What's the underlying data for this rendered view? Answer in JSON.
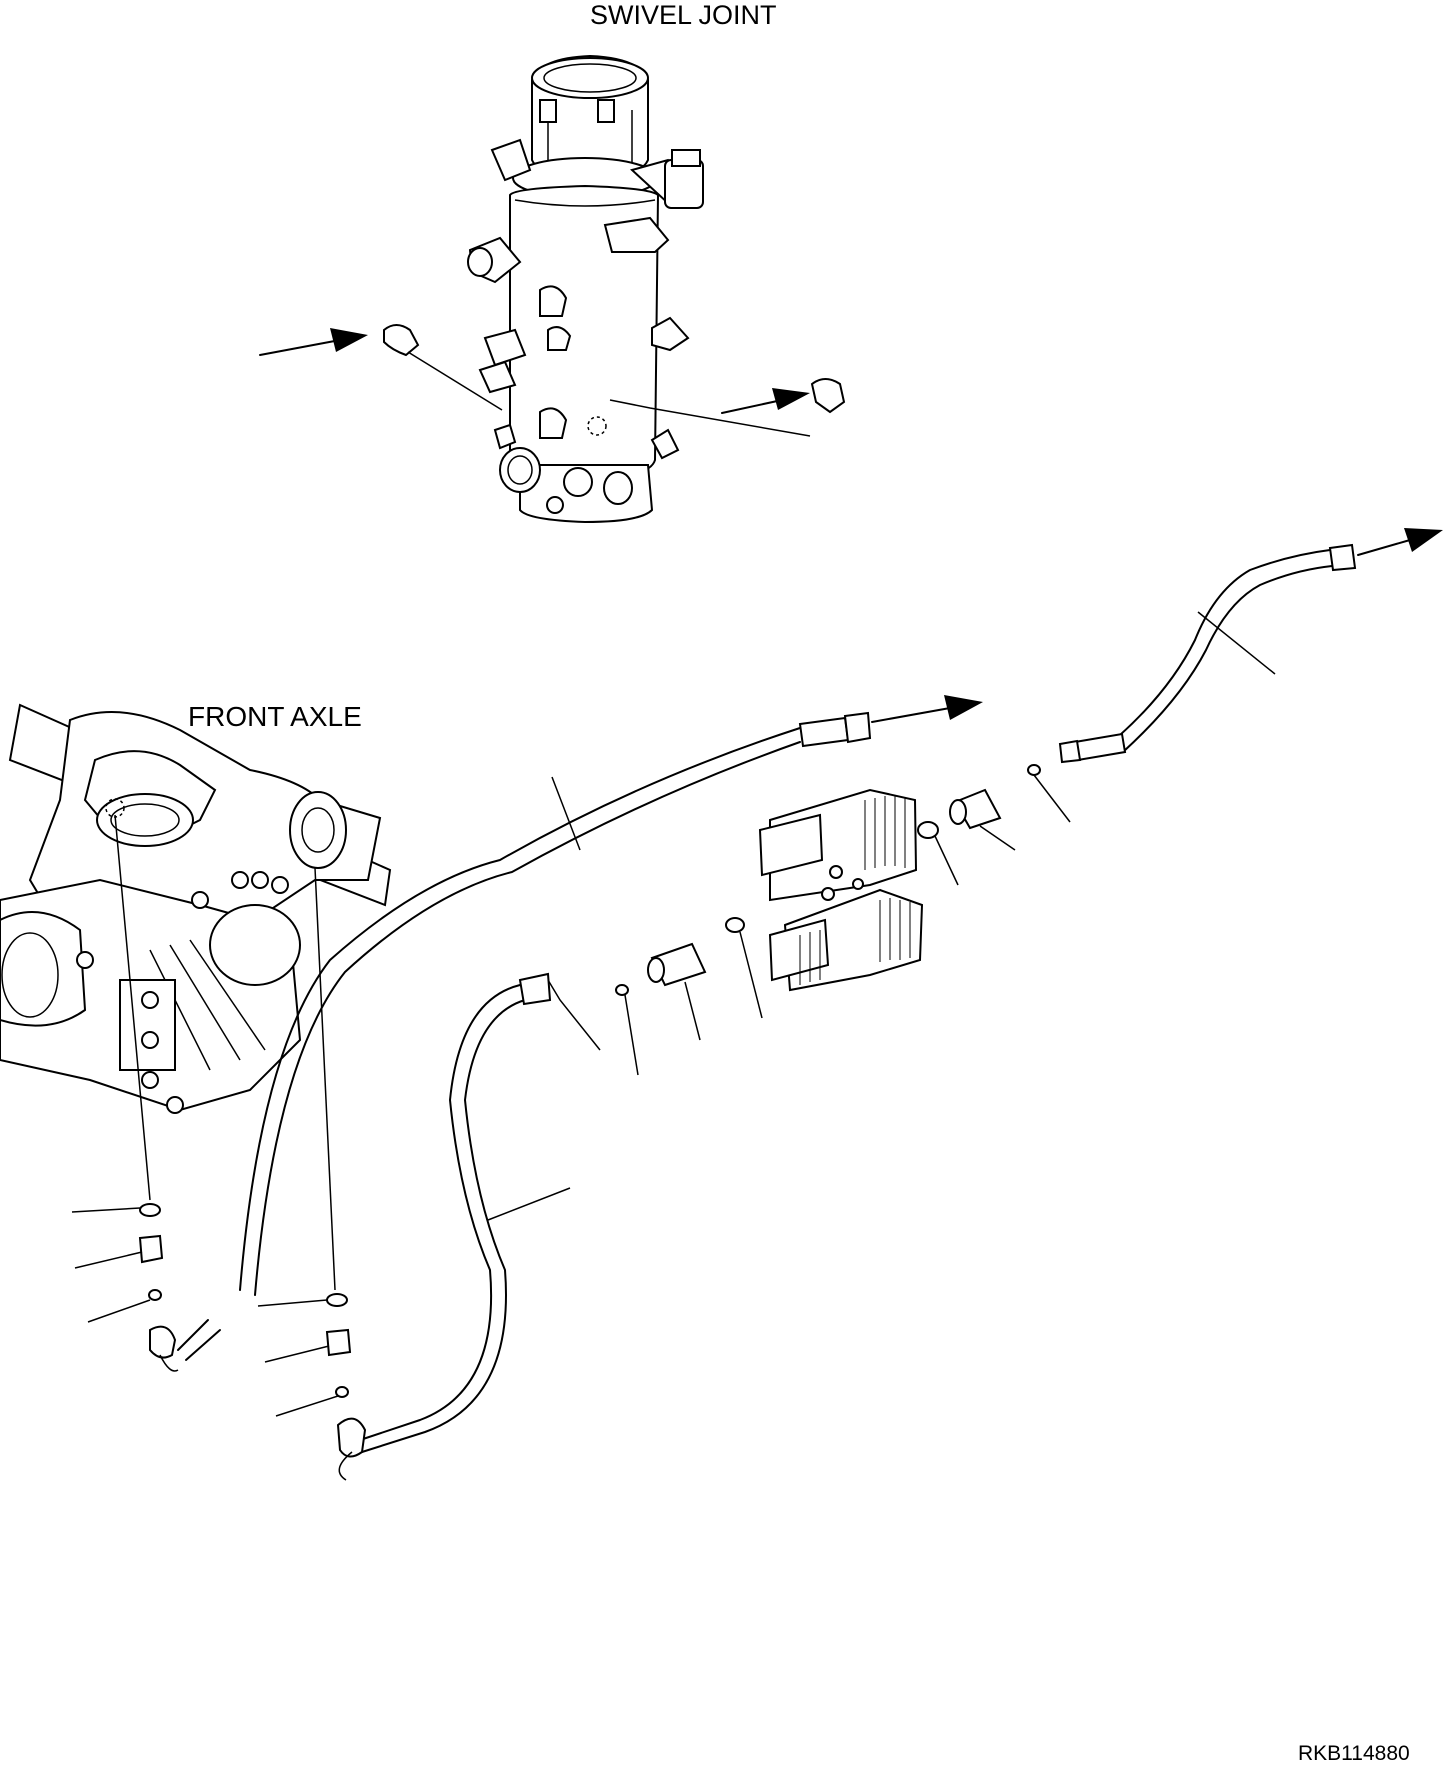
{
  "labels": {
    "swivel_joint": "SWIVEL JOINT",
    "front_axle": "FRONT AXLE",
    "drawing_code": "RKB114880"
  },
  "colors": {
    "line": "#000000",
    "background": "#ffffff"
  }
}
